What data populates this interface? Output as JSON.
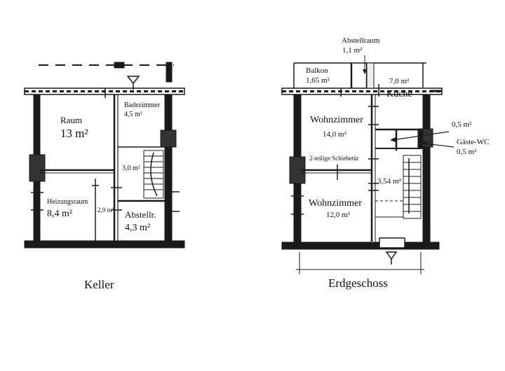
{
  "plans": [
    {
      "title": "Keller",
      "rooms": [
        {
          "name": "Raum",
          "area": "13 m²"
        },
        {
          "name": "Badezimmer",
          "area": "4,5 m²"
        },
        {
          "name": "Heizungsraum",
          "area": "8,4 m²"
        },
        {
          "name": "Abstellr.",
          "area": "4,3 m²"
        }
      ],
      "dimensions": [
        "3,0 m²",
        "2,9 m²"
      ]
    },
    {
      "title": "Erdgeschoss",
      "rooms": [
        {
          "name": "Abstellraum",
          "area": "1,1 m²"
        },
        {
          "name": "Balkon",
          "area": "1,65 m²"
        },
        {
          "name": "Küche",
          "area": "7,0 m²"
        },
        {
          "name": "Wohnzimmer",
          "area": "14,0 m²"
        },
        {
          "name": "Wohnzimmer",
          "area": "12,0 m²"
        },
        {
          "name": "Gäste-WC",
          "area": "0,5 m²"
        }
      ],
      "annotations": [
        "0,5 m²",
        "2-teilige Schiebetür",
        "3,54 m²"
      ]
    }
  ]
}
